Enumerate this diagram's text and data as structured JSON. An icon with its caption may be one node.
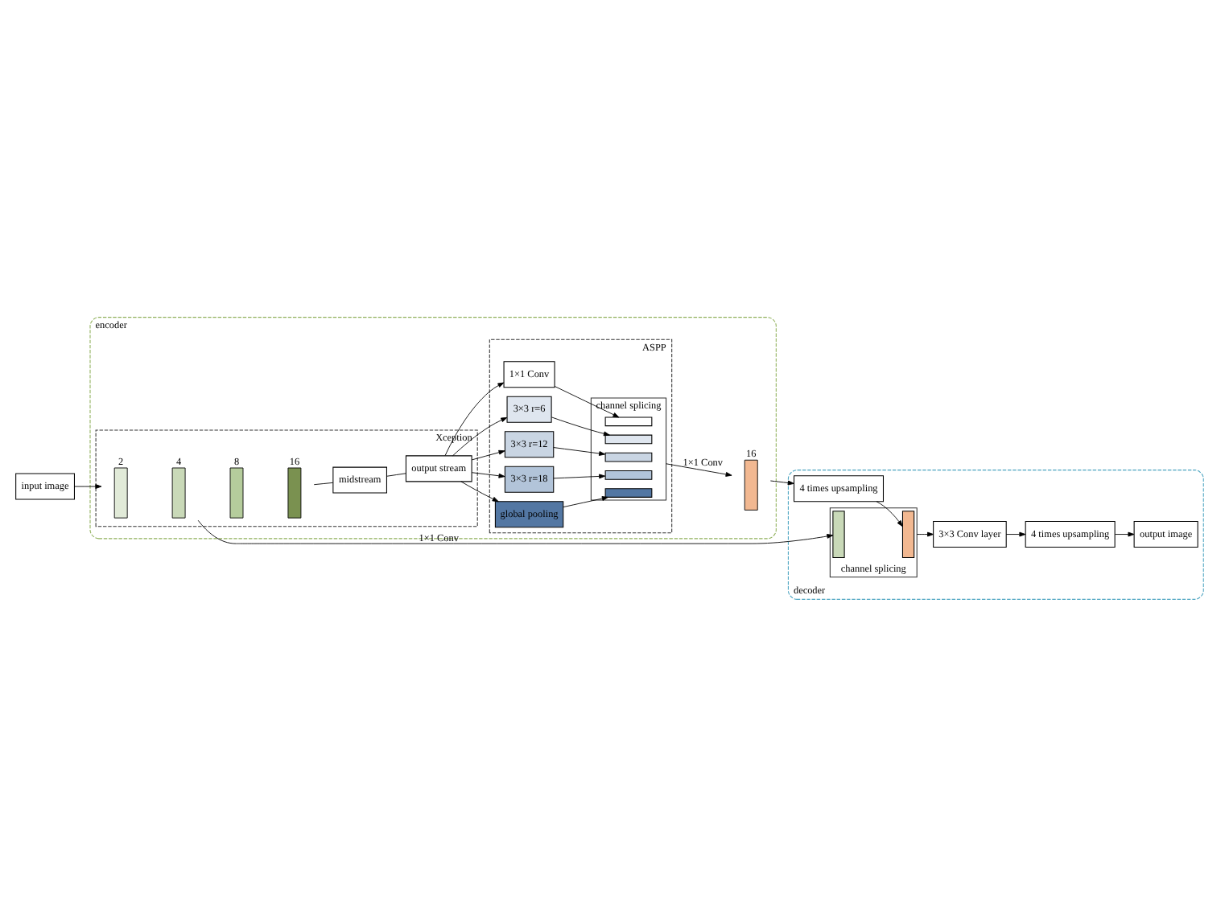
{
  "diagram": {
    "nodes": [
      {
        "text": [
          "encoder"
        ]
      },
      {
        "text": [
          "input image"
        ]
      },
      {
        "text": [
          "Xception"
        ],
        "in": 0
      },
      {
        "text": [
          "2"
        ],
        "in": 2
      },
      {
        "text": [
          "4"
        ],
        "in": 2
      },
      {
        "text": [
          "8"
        ],
        "in": 2
      },
      {
        "text": [
          "16"
        ],
        "in": 2
      },
      {
        "text": [
          "midstream"
        ],
        "in": 2
      },
      {
        "text": [
          "output stream"
        ],
        "in": 2
      },
      {
        "text": [
          "ASPP"
        ],
        "in": 0
      },
      {
        "text": [
          "1×1 Conv"
        ],
        "in": 9
      },
      {
        "text": [
          "3×3 r=6"
        ],
        "in": 9
      },
      {
        "text": [
          "3×3 r=12"
        ],
        "in": 9
      },
      {
        "text": [
          "3×3 r=18"
        ],
        "in": 9
      },
      {
        "text": [
          "global pooling"
        ],
        "in": 9
      },
      {
        "text": [
          "channel splicing"
        ],
        "in": 9
      },
      {
        "text": [],
        "shape": "bar",
        "in": 15
      },
      {
        "text": [],
        "shape": "bar",
        "in": 15
      },
      {
        "text": [],
        "shape": "bar",
        "in": 15
      },
      {
        "text": [],
        "shape": "bar",
        "in": 15
      },
      {
        "text": [],
        "shape": "bar",
        "in": 15
      },
      {
        "text": [
          "16"
        ],
        "in": 0
      },
      {
        "text": [
          "decoder"
        ]
      },
      {
        "text": [
          "4 times upsampling"
        ],
        "in": 22
      },
      {
        "text": [
          "channel splicing"
        ],
        "in": 22
      },
      {
        "text": [],
        "shape": "bar",
        "in": 24
      },
      {
        "text": [],
        "shape": "bar",
        "in": 24
      },
      {
        "text": [
          "3×3 Conv layer"
        ],
        "in": 22
      },
      {
        "text": [
          "4 times upsampling"
        ],
        "in": 22
      },
      {
        "text": [
          "output image"
        ],
        "in": 22
      }
    ],
    "edges": [
      {
        "from": 1,
        "to": 3,
        "arrow": "to"
      },
      {
        "from": 6,
        "to": 7,
        "arrow": "none"
      },
      {
        "from": 7,
        "to": 8,
        "arrow": "none"
      },
      {
        "from": 8,
        "to": 10,
        "arrow": "to"
      },
      {
        "from": 8,
        "to": 11,
        "arrow": "to"
      },
      {
        "from": 8,
        "to": 12,
        "arrow": "to"
      },
      {
        "from": 8,
        "to": 13,
        "arrow": "to"
      },
      {
        "from": 8,
        "to": 14,
        "arrow": "to"
      },
      {
        "from": 10,
        "to": 16,
        "arrow": "to"
      },
      {
        "from": 11,
        "to": 17,
        "arrow": "to"
      },
      {
        "from": 12,
        "to": 18,
        "arrow": "to"
      },
      {
        "from": 13,
        "to": 19,
        "arrow": "to"
      },
      {
        "from": 14,
        "to": 20,
        "arrow": "to"
      },
      {
        "from": 15,
        "to": 21,
        "arrow": "to",
        "label": "1×1 Conv"
      },
      {
        "from": 21,
        "to": 23,
        "arrow": "to"
      },
      {
        "from": 4,
        "to": 25,
        "arrow": "to",
        "label": "1×1 Conv"
      },
      {
        "from": 23,
        "to": 26,
        "arrow": "to"
      },
      {
        "from": 24,
        "to": 27,
        "arrow": "to"
      },
      {
        "from": 27,
        "to": 28,
        "arrow": "to"
      },
      {
        "from": 28,
        "to": 29,
        "arrow": "to"
      }
    ]
  }
}
